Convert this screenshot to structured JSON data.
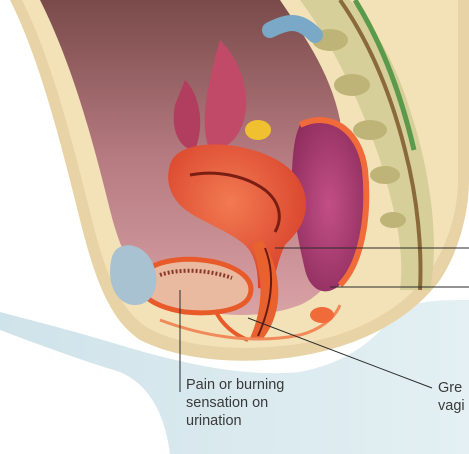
{
  "labels": {
    "urination_line1": "Pain or burning",
    "urination_line2": "sensation on",
    "urination_line3": "urination",
    "discharge_line1": "Gre",
    "discharge_line2": "vagi"
  }
}
